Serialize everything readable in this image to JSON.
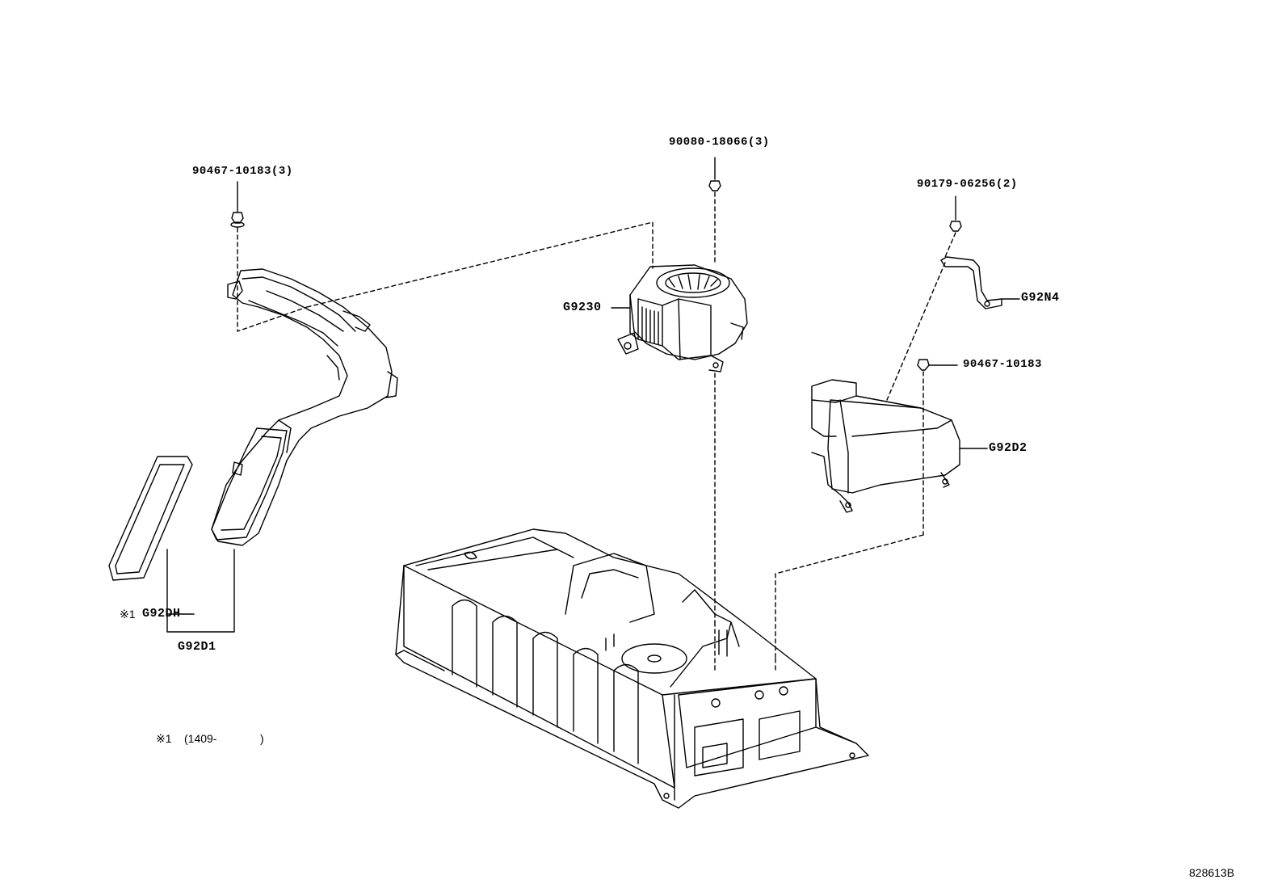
{
  "callouts": {
    "bolt_left": "90467-10183(3)",
    "nut_top": "90080-18066(3)",
    "nut_right": "90179-06256(2)",
    "blower": "G9230",
    "bracket": "G92N4",
    "clip_right": "90467-10183",
    "duct_right": "G92D2",
    "gasket": "G92DH",
    "gasket_mark": "※1",
    "duct_left": "G92D1"
  },
  "footnote": {
    "mark": "※1",
    "text": "(1409-",
    "close": ")"
  },
  "reference_number": "828613B"
}
